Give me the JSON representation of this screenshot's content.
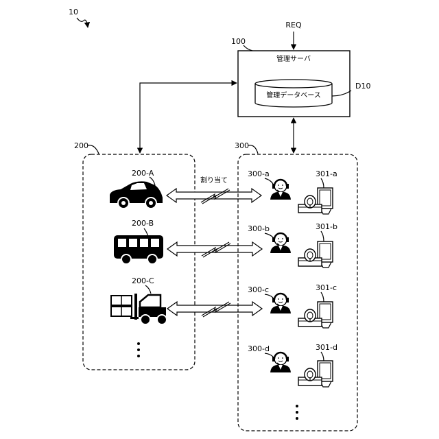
{
  "figure": {
    "ref": "10",
    "server": {
      "ref": "100",
      "name": "管理サーバ",
      "input": "REQ"
    },
    "database": {
      "ref": "D10",
      "name": "管理データベース"
    },
    "vehicles_group": {
      "ref": "200",
      "items": [
        {
          "ref": "200-A",
          "icon": "car-icon"
        },
        {
          "ref": "200-B",
          "icon": "bus-icon"
        },
        {
          "ref": "200-C",
          "icon": "forklift-icon"
        }
      ]
    },
    "operators_group": {
      "ref": "300",
      "items": [
        {
          "ref": "300-a",
          "terminal": "301-a"
        },
        {
          "ref": "300-b",
          "terminal": "301-b"
        },
        {
          "ref": "300-c",
          "terminal": "301-c"
        },
        {
          "ref": "300-d",
          "terminal": "301-d"
        }
      ]
    },
    "assignment_label": "割り当て"
  }
}
